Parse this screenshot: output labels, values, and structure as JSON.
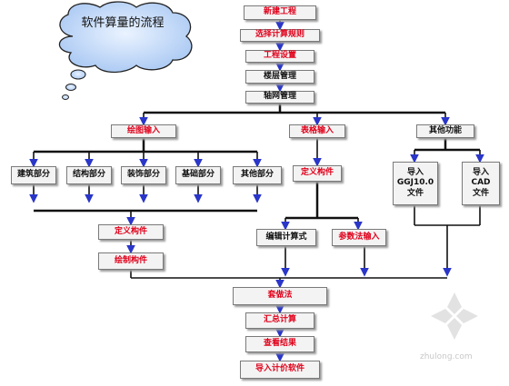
{
  "bubble": {
    "title": "软件算量的流程"
  },
  "nodes": {
    "new_project": "新建工程",
    "select_rules": "选择计算规则",
    "project_settings": "工程设置",
    "floor_mgmt": "楼层管理",
    "axis_mgmt": "轴网管理",
    "drawing_input": "绘图输入",
    "table_input": "表格输入",
    "other_functions": "其他功能",
    "building": "建筑部分",
    "structure": "结构部分",
    "decoration": "装饰部分",
    "foundation": "基础部分",
    "other_part": "其他部分",
    "define_member_table": "定义构件",
    "import_ggj_line1": "导入",
    "import_ggj_line2": "GGJ10.0",
    "import_ggj_line3": "文件",
    "import_cad_line1": "导入",
    "import_cad_line2": "CAD",
    "import_cad_line3": "文件",
    "define_member_draw": "定义构件",
    "draw_member": "绘制构件",
    "edit_formula": "编辑计算式",
    "param_input": "参数法输入",
    "apply_method": "套做法",
    "summary_calc": "汇总计算",
    "view_results": "查看结果",
    "import_pricing": "导入计价软件"
  },
  "colors": {
    "red_text": "#e0001a",
    "box_fill": "#f3f3f3",
    "arrow": "#2a36c8",
    "line": "#111111"
  },
  "watermark": "zhulong.com"
}
